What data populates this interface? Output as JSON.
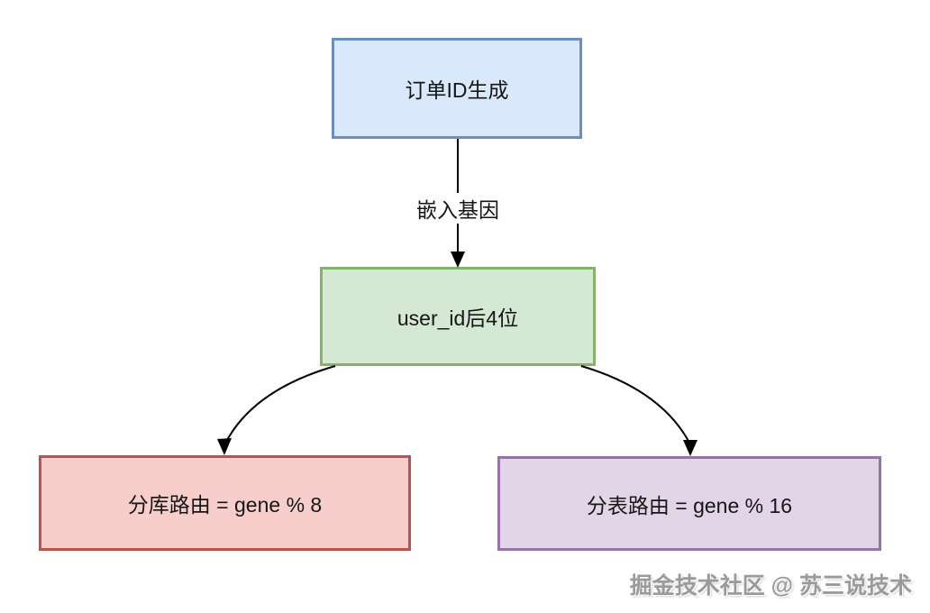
{
  "diagram": {
    "title": "gene-sharding-routing-flow",
    "nodes": [
      {
        "id": "order-id-gen",
        "label": "订单ID生成",
        "fill": "#dae8fc",
        "border": "#6c8ebf"
      },
      {
        "id": "user-id-gene",
        "label": "user_id后4位",
        "fill": "#d5e8d4",
        "border": "#82b366"
      },
      {
        "id": "db-routing",
        "label": "分库路由 = gene % 8",
        "fill": "#f8cecc",
        "border": "#b85450"
      },
      {
        "id": "table-routing",
        "label": "分表路由 = gene % 16",
        "fill": "#e1d5e7",
        "border": "#9673a6"
      }
    ],
    "edges": [
      {
        "from": "order-id-gen",
        "to": "user-id-gene",
        "label": "嵌入基因"
      },
      {
        "from": "user-id-gene",
        "to": "db-routing",
        "label": ""
      },
      {
        "from": "user-id-gene",
        "to": "table-routing",
        "label": ""
      }
    ],
    "edge_color": "#000000",
    "watermark": "掘金技术社区 @ 苏三说技术"
  }
}
